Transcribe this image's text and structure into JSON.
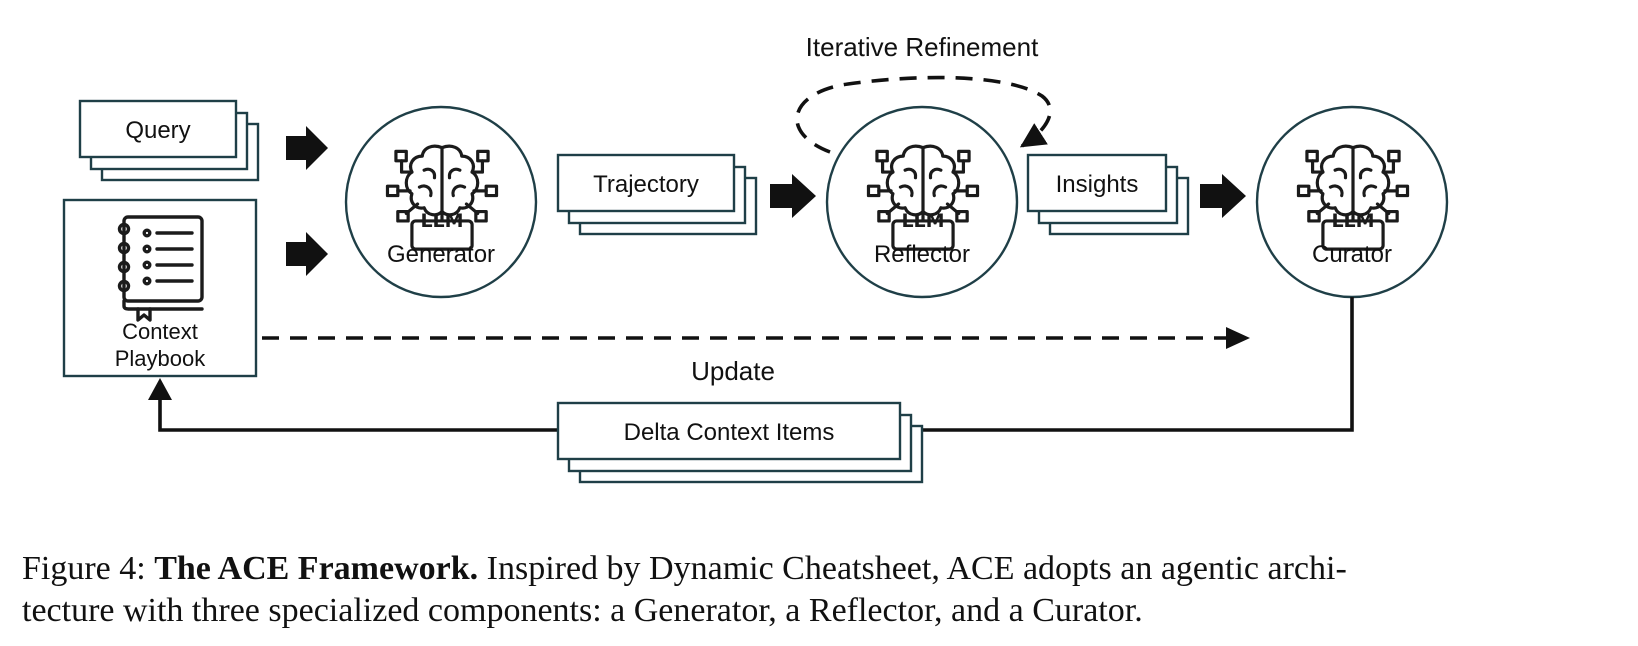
{
  "diagram": {
    "nodes": {
      "query": "Query",
      "playbook_line1": "Context",
      "playbook_line2": "Playbook",
      "generator": "Generator",
      "trajectory": "Trajectory",
      "reflector": "Reflector",
      "insights": "Insights",
      "curator": "Curator",
      "delta": "Delta Context Items"
    },
    "llm_badge": "LLM",
    "edge_labels": {
      "iterative": "Iterative Refinement",
      "update": "Update"
    },
    "icons": {
      "llm_brain": "brain-circuit-icon",
      "playbook": "notebook-icon"
    }
  },
  "caption": {
    "label": "Figure 4:",
    "title": "The ACE Framework.",
    "line1_text": "Inspired by Dynamic Cheatsheet, ACE adopts an agentic archi-",
    "line2_text": "tecture with three specialized components: a Generator, a Reflector, and a Curator."
  },
  "colors": {
    "outline": "#1f3f47",
    "text": "#111111"
  }
}
